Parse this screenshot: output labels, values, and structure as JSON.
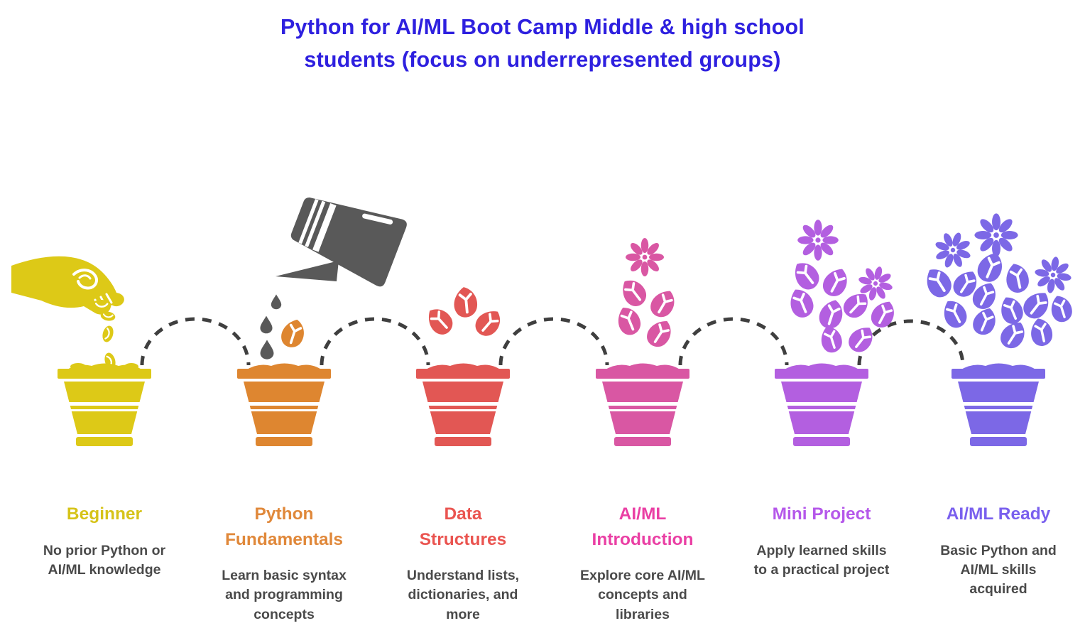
{
  "title": "Python for AI/ML Boot Camp Middle & high school\nstudents (focus on underrepresented groups)",
  "title_color": "#2e20df",
  "palette": {
    "background": "#ffffff",
    "arc_color": "#3f3f3f",
    "can_color": "#595959",
    "description_text_color": "#4a4a4a"
  },
  "stages": [
    {
      "label": "Beginner",
      "label_color": "#d6c319",
      "color": "#ddc917",
      "icon": "hand-planting-seeds-icon",
      "description": "No prior Python or\nAI/ML knowledge"
    },
    {
      "label": "Python\nFundamentals",
      "label_color": "#e0883a",
      "color": "#de8630",
      "icon": "watering-can-icon",
      "description": "Learn basic syntax\nand programming\nconcepts"
    },
    {
      "label": "Data\nStructures",
      "label_color": "#ea5450",
      "color": "#e25754",
      "icon": "sprouting-leaves-icon",
      "description": "Understand lists,\ndictionaries, and\nmore"
    },
    {
      "label": "AI/ML\nIntroduction",
      "label_color": "#ea3fa4",
      "color": "#d957a3",
      "icon": "flower-buds-icon",
      "description": "Explore core AI/ML\nconcepts and\nlibraries"
    },
    {
      "label": "Mini Project",
      "label_color": "#b558ea",
      "color": "#b35fe0",
      "icon": "blooming-flowers-icon",
      "description": "Apply learned skills\nto a practical project"
    },
    {
      "label": "AI/ML Ready",
      "label_color": "#7a60ee",
      "color": "#7c68e6",
      "icon": "full-bloom-flowers-icon",
      "description": "Basic Python and\nAI/ML skills\nacquired"
    }
  ]
}
